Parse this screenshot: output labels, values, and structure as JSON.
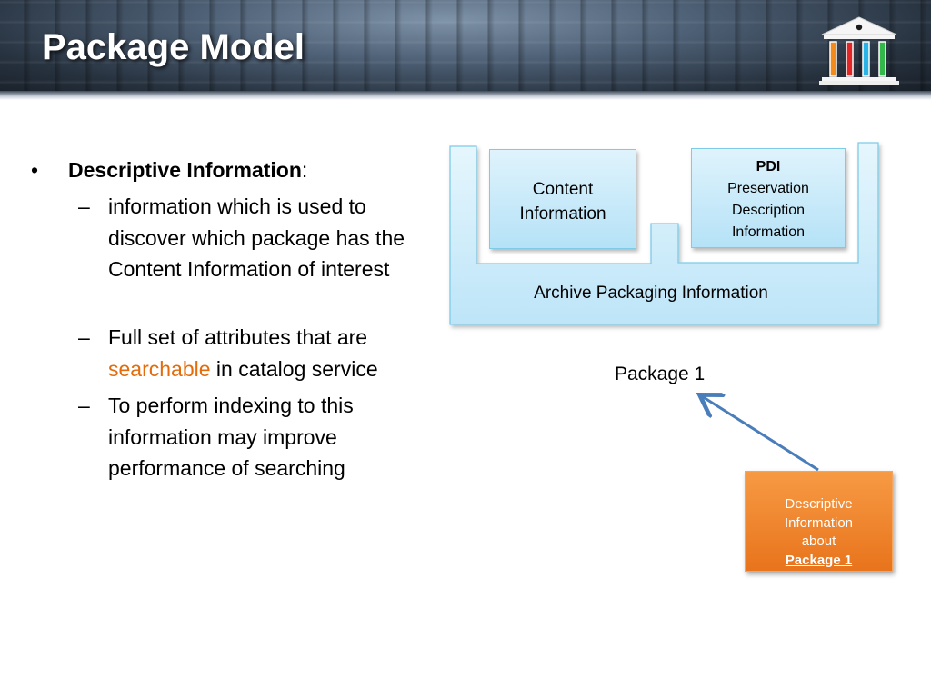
{
  "slide": {
    "title": "Package Model"
  },
  "bullets": {
    "main": {
      "marker": "•",
      "term": "Descriptive Information",
      "suffix": ":"
    },
    "sub": [
      {
        "marker": "–",
        "text": "information which is used to discover which package has the Content Information of interest"
      },
      {
        "marker": "–",
        "text_before": "Full set of attributes that are ",
        "highlight": "searchable",
        "text_after": " in catalog service",
        "highlight_color": "#e46c0a"
      },
      {
        "marker": "–",
        "text": "To perform indexing to this information may improve performance of searching"
      }
    ]
  },
  "diagram": {
    "archive_packaging_label": "Archive Packaging Information",
    "content_box": {
      "line1": "Content",
      "line2": "Information"
    },
    "pdi_box": {
      "title": "PDI",
      "line1": "Preservation",
      "line2": "Description",
      "line3": "Information"
    },
    "package_label": "Package 1",
    "descriptive_box": {
      "line1": "Descriptive",
      "line2": "Information",
      "about": "about",
      "link": "Package 1"
    },
    "colors": {
      "light_blue_fill": "#c8ebfa",
      "light_blue_border": "#7ecbe8",
      "orange_fill": "#f08a2c",
      "arrow": "#4a7ebb"
    }
  },
  "icons": {
    "logo": "library-columns-icon"
  }
}
